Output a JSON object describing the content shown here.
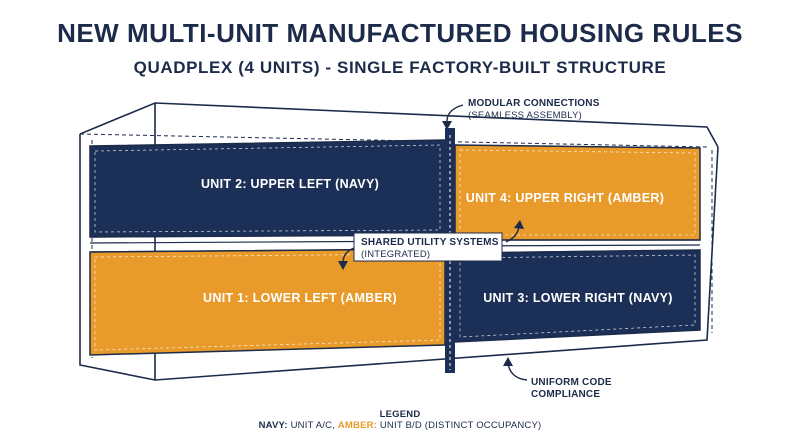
{
  "header": {
    "title": "NEW MULTI-UNIT MANUFACTURED HOUSING RULES",
    "subtitle": "QUADPLEX (4 UNITS) - SINGLE FACTORY-BUILT STRUCTURE"
  },
  "units": {
    "unit1": "UNIT 1: LOWER LEFT (AMBER)",
    "unit2": "UNIT 2: UPPER LEFT (NAVY)",
    "unit3": "UNIT 3: LOWER RIGHT (NAVY)",
    "unit4": "UNIT 4: UPPER RIGHT (AMBER)"
  },
  "callouts": {
    "modular_title": "MODULAR CONNECTIONS",
    "modular_sub": "(SEAMLESS ASSEMBLY)",
    "utility_title": "SHARED UTILITY SYSTEMS",
    "utility_sub": "(INTEGRATED)",
    "code_line1": "UNIFORM CODE",
    "code_line2": "COMPLIANCE"
  },
  "legend": {
    "title": "LEGEND",
    "navy_key": "NAVY:",
    "navy_text": " UNIT A/C, ",
    "amber_key": "AMBER:",
    "amber_text": " UNIT B/D (DISTINCT OCCUPANCY)"
  },
  "colors": {
    "navy": "#1c2f57",
    "amber": "#e89a2a",
    "outline": "#1c2b4a"
  }
}
